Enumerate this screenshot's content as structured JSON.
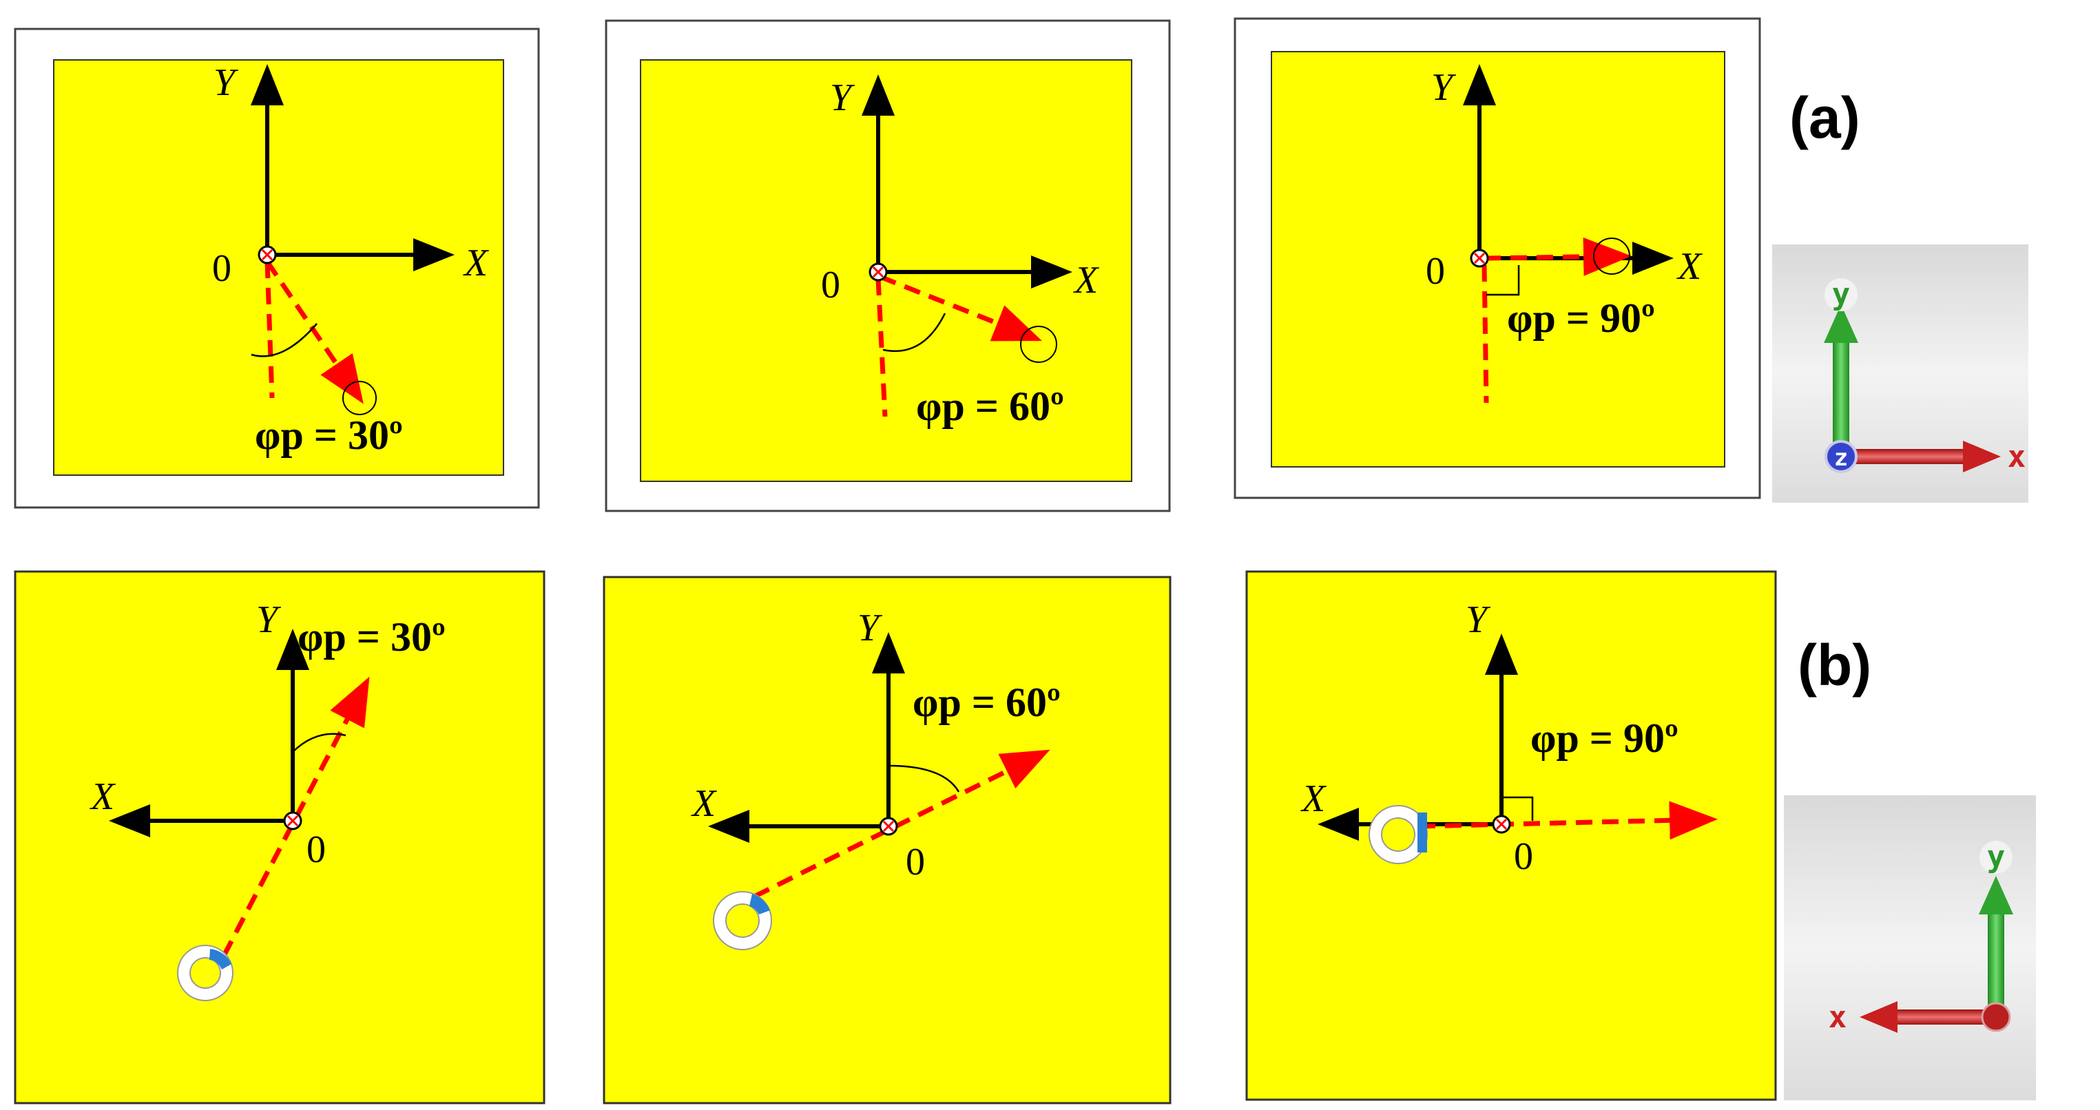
{
  "colors": {
    "substrate": "#ffff00",
    "axis": "#000000",
    "probe_direction": "#ff0000",
    "ring_fill": "#ffffff",
    "feed_tab": "#2a7fd4",
    "triad_background": "#e9e9e9",
    "triad_y": "#33aa33",
    "triad_x": "#cc2222",
    "triad_z": "#3344cc"
  },
  "axis_labels": {
    "x": "X",
    "y": "Y",
    "origin": "0"
  },
  "row_a": {
    "label": "(a)",
    "panels": [
      {
        "angle_label": "φp = 30º"
      },
      {
        "angle_label": "φp = 60º"
      },
      {
        "angle_label": "φp = 90º"
      }
    ]
  },
  "row_b": {
    "label": "(b)",
    "panels": [
      {
        "angle_label": "φp = 30º"
      },
      {
        "angle_label": "φp = 60º"
      },
      {
        "angle_label": "φp = 90º"
      }
    ]
  },
  "triad_a": {
    "y": "y",
    "x": "x",
    "z": "z"
  },
  "triad_b": {
    "y": "y",
    "x": "x"
  }
}
